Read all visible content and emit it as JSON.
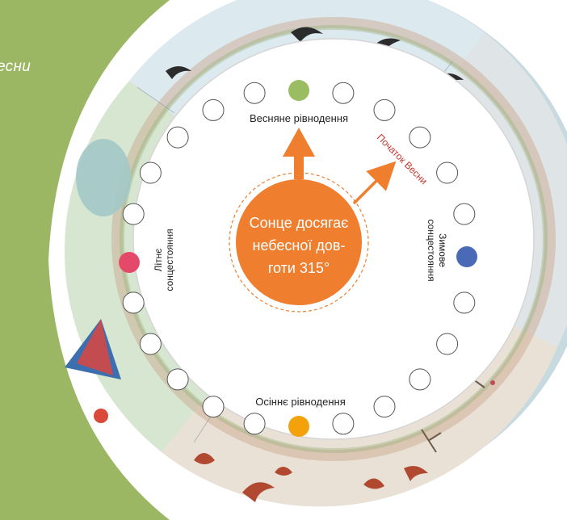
{
  "side_panel": {
    "text": "есни",
    "color": "#9bb764"
  },
  "center": {
    "line1": "Сонце досягає",
    "line2": "небесної дов-",
    "line3": "готи 315°",
    "color": "#ef7e2f"
  },
  "labels": {
    "spring_equinox": "Весняне рівнодення",
    "autumn_equinox": "Осіннє рівнодення",
    "summer_solstice_1": "Літнє",
    "summer_solstice_2": "сонцестояння",
    "winter_solstice_1": "Зимове",
    "winter_solstice_2": "сонцестояння",
    "spring_start": "Початок Весни"
  },
  "season_markers": {
    "spring": "#9bbd62",
    "summer": "#e5496a",
    "autumn": "#f4a20c",
    "winter": "#4a6ab8"
  },
  "accent_color": "#ef7e2f",
  "spring_start_color": "#c8382e"
}
